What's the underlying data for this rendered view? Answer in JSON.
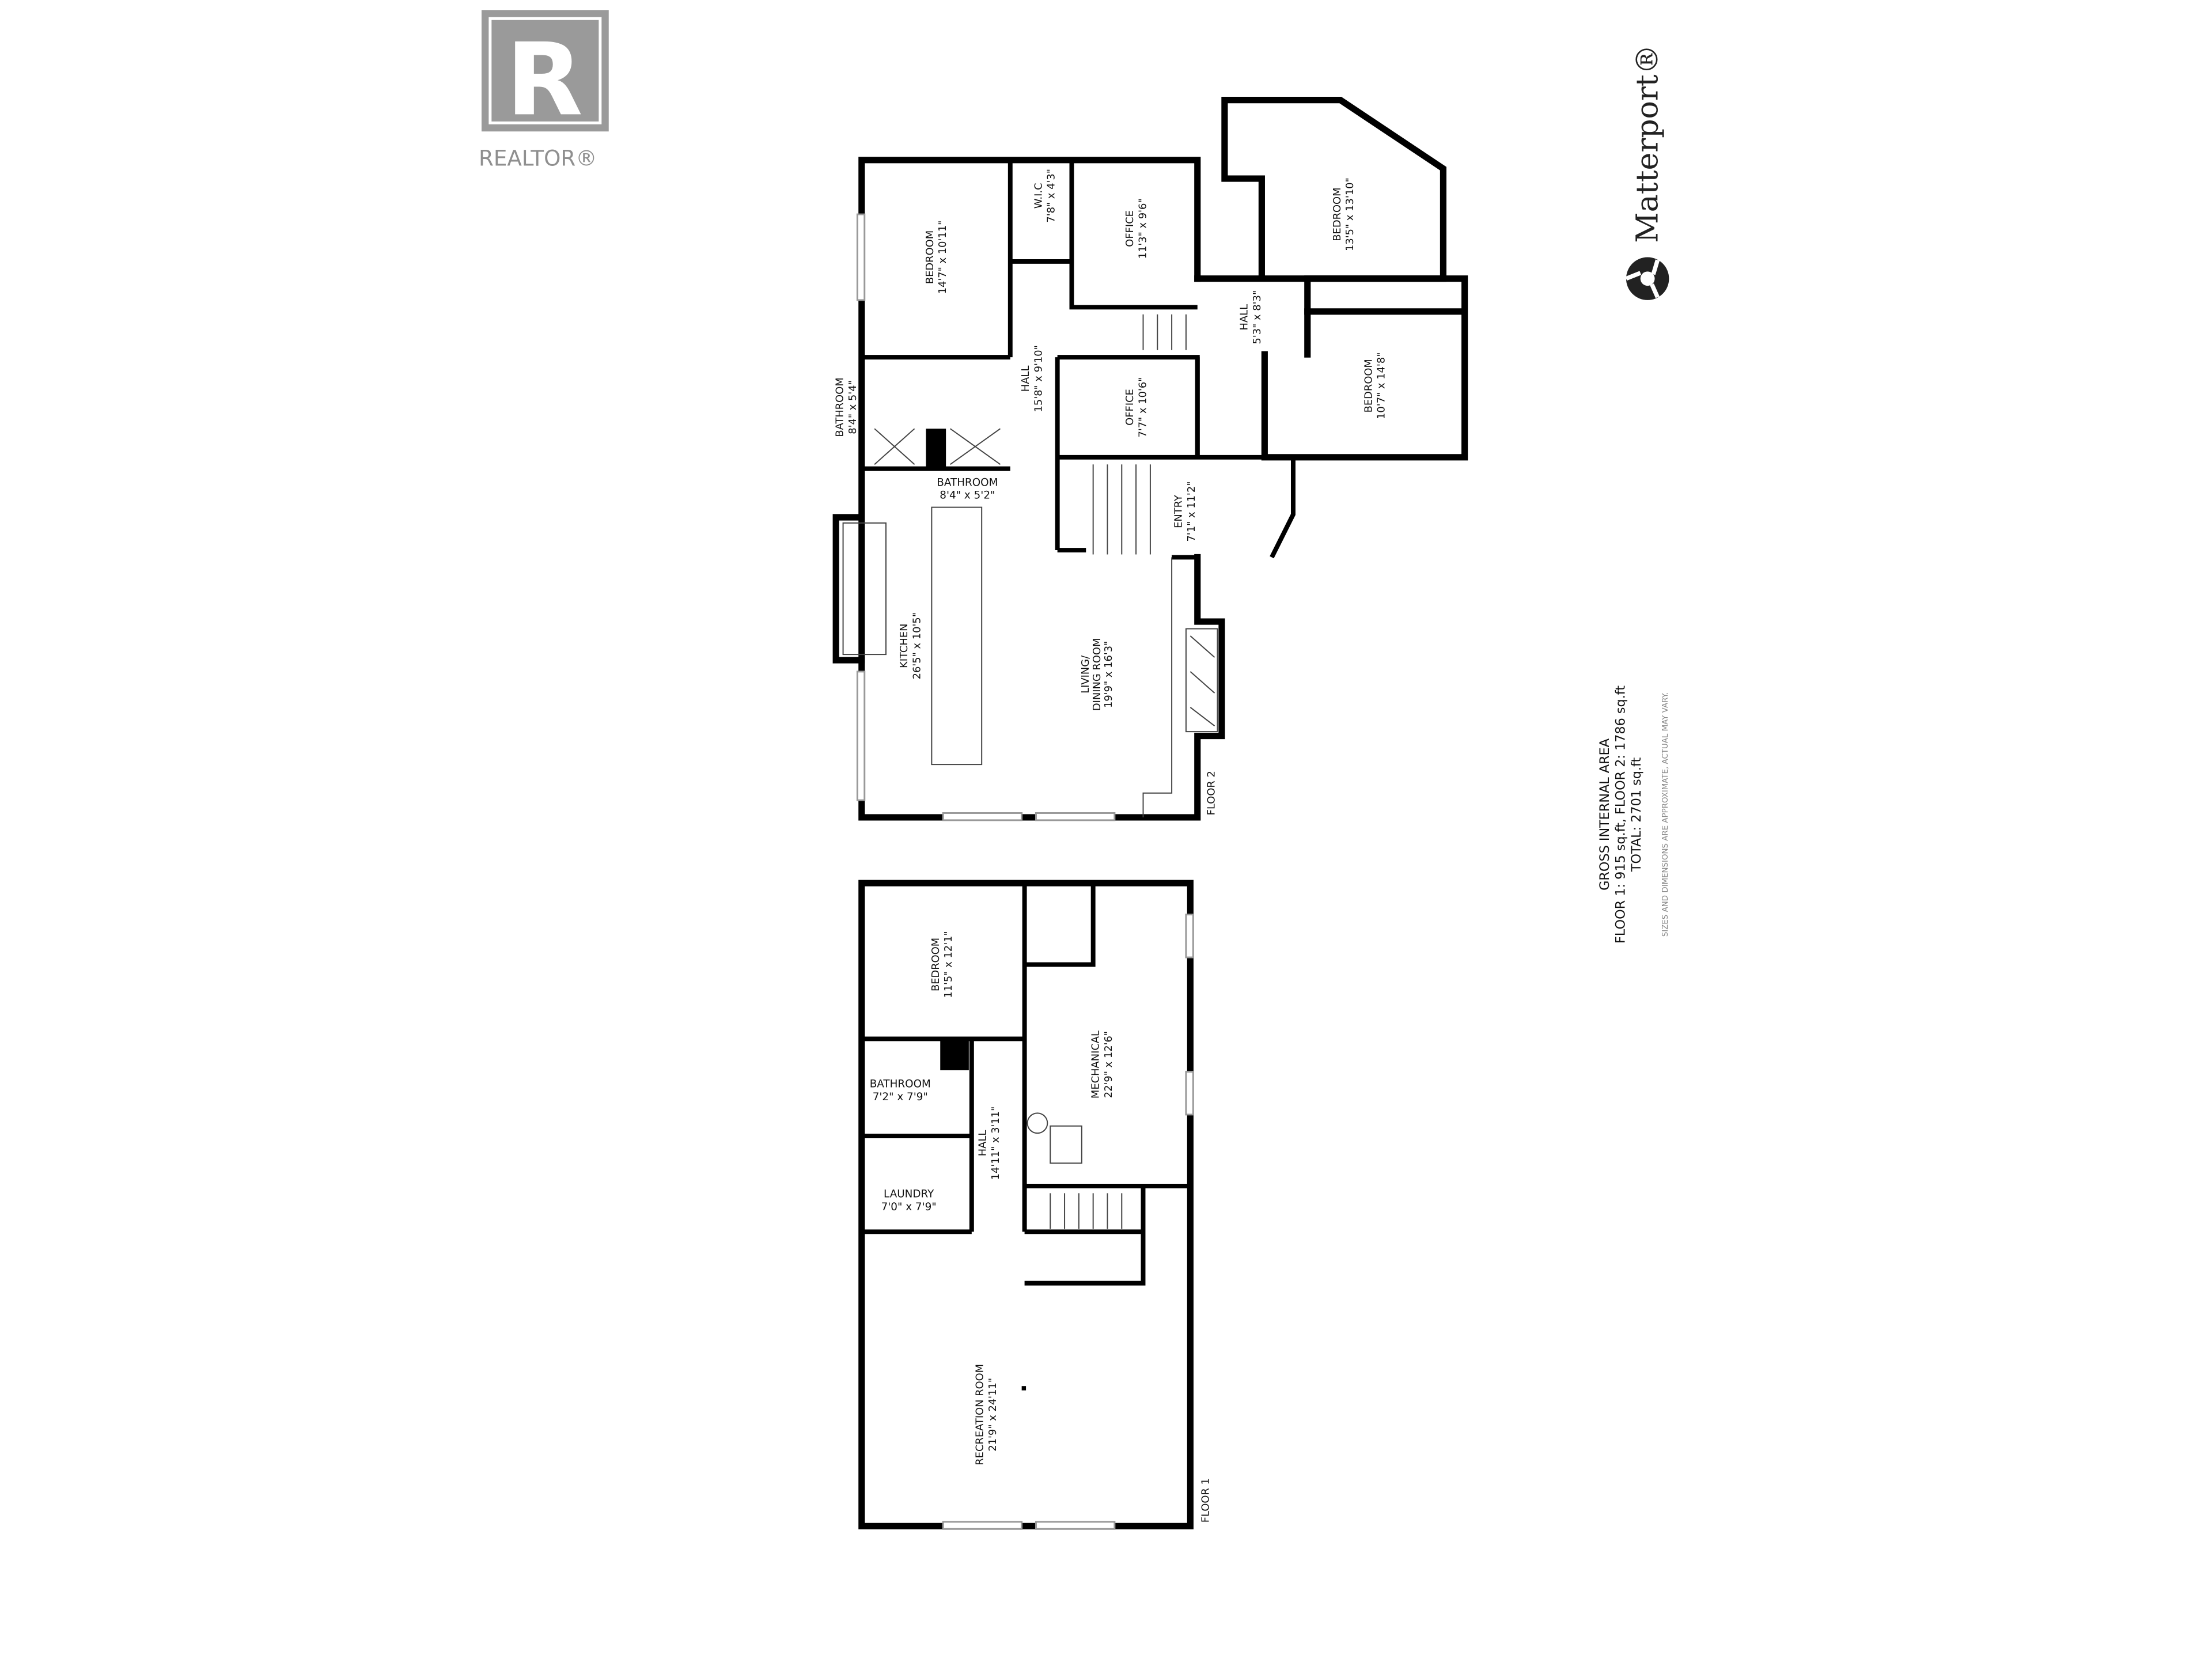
{
  "logo": {
    "realtor_letter": "R",
    "realtor_text": "REALTOR®",
    "matterport_text": "Matterport®"
  },
  "floor2": {
    "label": "FLOOR 2",
    "rooms": [
      {
        "name": "BEDROOM",
        "dims": "14'7\" x 10'11\""
      },
      {
        "name": "W.I.C",
        "dims": "7'8\" x 4'3\""
      },
      {
        "name": "OFFICE",
        "dims": "11'3\" x 9'6\""
      },
      {
        "name": "BEDROOM",
        "dims": "13'5\" x 13'10\""
      },
      {
        "name": "HALL",
        "dims": "5'3\" x 8'3\""
      },
      {
        "name": "HALL",
        "dims": "15'8\" x 9'10\""
      },
      {
        "name": "OFFICE",
        "dims": "7'7\" x 10'6\""
      },
      {
        "name": "BEDROOM",
        "dims": "10'7\" x 14'8\""
      },
      {
        "name": "BATHROOM",
        "dims": "8'4\" x 5'4\""
      },
      {
        "name": "BATHROOM",
        "dims": "8'4\" x 5'2\""
      },
      {
        "name": "ENTRY",
        "dims": "7'1\" x 11'2\""
      },
      {
        "name": "KITCHEN",
        "dims": "26'5\" x 10'5\""
      },
      {
        "name": "LIVING/",
        "name2": "DINING ROOM",
        "dims": "19'9\" x 16'3\""
      }
    ]
  },
  "floor1": {
    "label": "FLOOR 1",
    "rooms": [
      {
        "name": "BEDROOM",
        "dims": "11'5\" x 12'1\""
      },
      {
        "name": "BATHROOM",
        "dims": "7'2\" x 7'9\""
      },
      {
        "name": "HALL",
        "dims": "14'11\" x 3'11\""
      },
      {
        "name": "MECHANICAL",
        "dims": "22'9\" x 12'6\""
      },
      {
        "name": "LAUNDRY",
        "dims": "7'0\" x 7'9\""
      },
      {
        "name": "RECREATION ROOM",
        "dims": "21'9\" x 24'11\""
      }
    ]
  },
  "area": {
    "title": "GROSS INTERNAL AREA",
    "floors": "FLOOR 1: 915 sq.ft, FLOOR 2: 1786 sq.ft",
    "total": "TOTAL: 2701 sq.ft",
    "disclaimer": "SIZES AND DIMENSIONS ARE APPROXIMATE, ACTUAL MAY VARY."
  },
  "colors": {
    "walls": "#000000",
    "realtor_logo": "#9a9a9a",
    "background": "#ffffff"
  }
}
